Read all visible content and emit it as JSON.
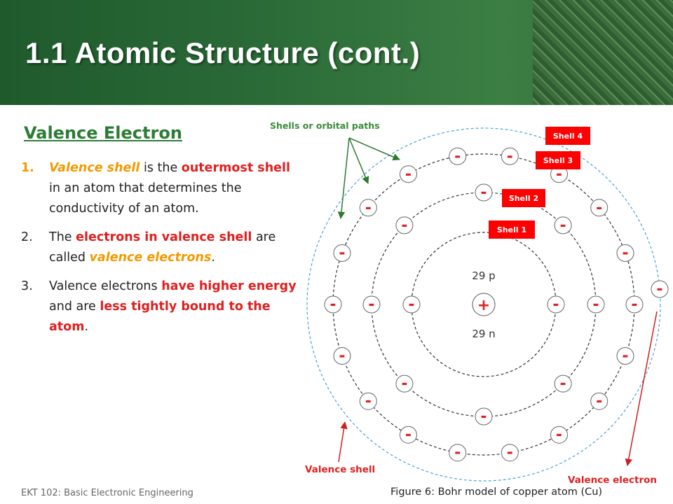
{
  "slide": {
    "title": "1.1  Atomic Structure (cont.)",
    "section_heading": "Valence Electron",
    "points": [
      {
        "number": "1.",
        "segments": [
          {
            "text": "Valence shell",
            "style": "orange-italic"
          },
          {
            "text": " is the ",
            "style": "plain"
          },
          {
            "text": "outermost shell",
            "style": "red"
          },
          {
            "text": " in an atom that determines the conductivity of an atom.",
            "style": "plain"
          }
        ]
      },
      {
        "number": "2.",
        "segments": [
          {
            "text": "The ",
            "style": "plain"
          },
          {
            "text": "electrons in valence shell",
            "style": "red"
          },
          {
            "text": " are called ",
            "style": "plain"
          },
          {
            "text": "valence electrons",
            "style": "orange-italic"
          },
          {
            "text": ".",
            "style": "plain"
          }
        ]
      },
      {
        "number": "3.",
        "segments": [
          {
            "text": "Valence electrons ",
            "style": "plain"
          },
          {
            "text": "have higher energy",
            "style": "red"
          },
          {
            "text": " and are ",
            "style": "plain"
          },
          {
            "text": "less tightly bound to the atom",
            "style": "red"
          },
          {
            "text": ".",
            "style": "plain"
          }
        ]
      }
    ],
    "footer": "EKT 102: Basic Electronic Engineering",
    "caption": "Figure 6: Bohr model of copper atom (Cu)"
  },
  "diagram": {
    "shells_label": "Shells or orbital paths",
    "valence_shell_label": "Valence shell",
    "valence_electron_label": "Valence electron",
    "nucleus_symbol": "+",
    "protons": "29 p",
    "neutrons": "29 n",
    "electron_symbol": "-",
    "shell_tags": [
      "Shell 1",
      "Shell 2",
      "Shell 3",
      "Shell 4"
    ],
    "electrons_per_shell": [
      2,
      8,
      18,
      1
    ]
  },
  "colors": {
    "header_green": "#2b6b38",
    "heading_green": "#2c7c36",
    "emphasis_red": "#e02020",
    "emphasis_orange": "#f29a00",
    "valence_ring_blue": "#4aa3d8",
    "arrow_green": "#2d7a2d",
    "arrow_red": "#cc1f1f"
  }
}
